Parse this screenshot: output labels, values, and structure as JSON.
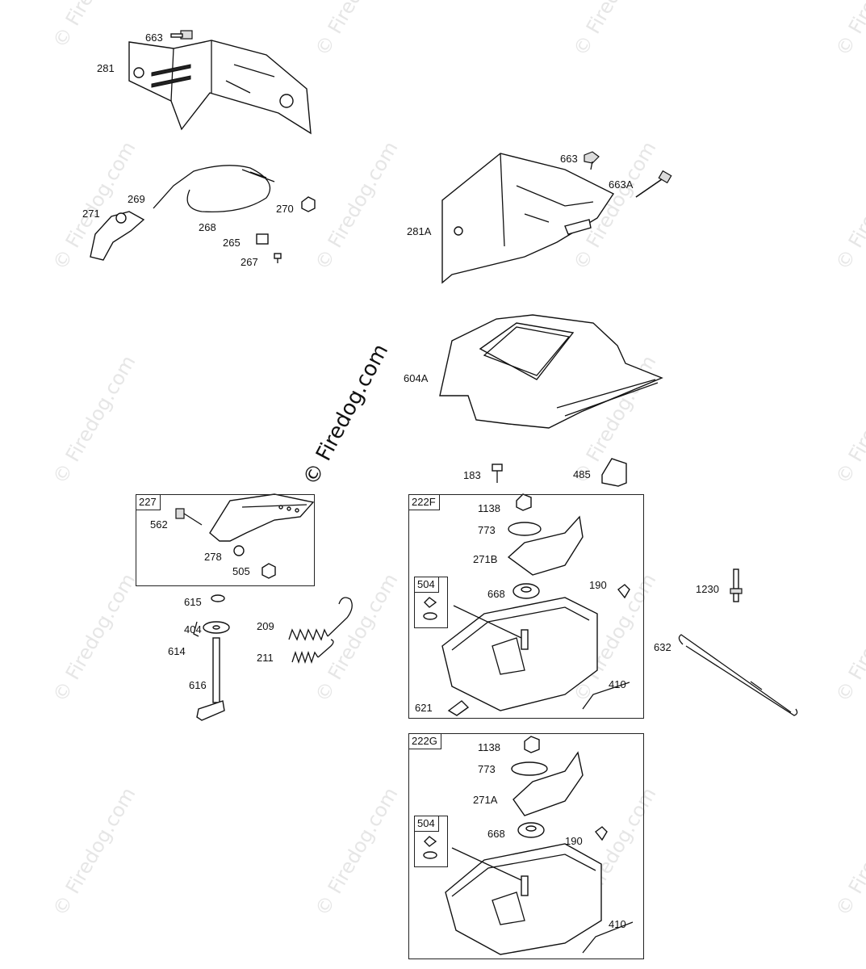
{
  "watermark": {
    "text": "© Firedog.com",
    "center_text": "© Firedog.com"
  },
  "parts": {
    "p663_top": "663",
    "p281": "281",
    "p269": "269",
    "p271": "271",
    "p268": "268",
    "p270": "270",
    "p265": "265",
    "p267": "267",
    "p663_right": "663",
    "p663a": "663A",
    "p281a": "281A",
    "p604a": "604A",
    "p183": "183",
    "p485": "485",
    "p562": "562",
    "p278": "278",
    "p505": "505",
    "p615": "615",
    "p404": "404",
    "p209": "209",
    "p614": "614",
    "p211": "211",
    "p616": "616",
    "f_1138": "1138",
    "f_773": "773",
    "f_271b": "271B",
    "f_190": "190",
    "f_668": "668",
    "f_410": "410",
    "f_621": "621",
    "p1230": "1230",
    "p632": "632",
    "g_1138": "1138",
    "g_773": "773",
    "g_271a": "271A",
    "g_668": "668",
    "g_190": "190",
    "g_410": "410"
  },
  "boxes": {
    "b227": "227",
    "b222f": "222F",
    "b504_f": "504",
    "b222g": "222G",
    "b504_g": "504"
  }
}
